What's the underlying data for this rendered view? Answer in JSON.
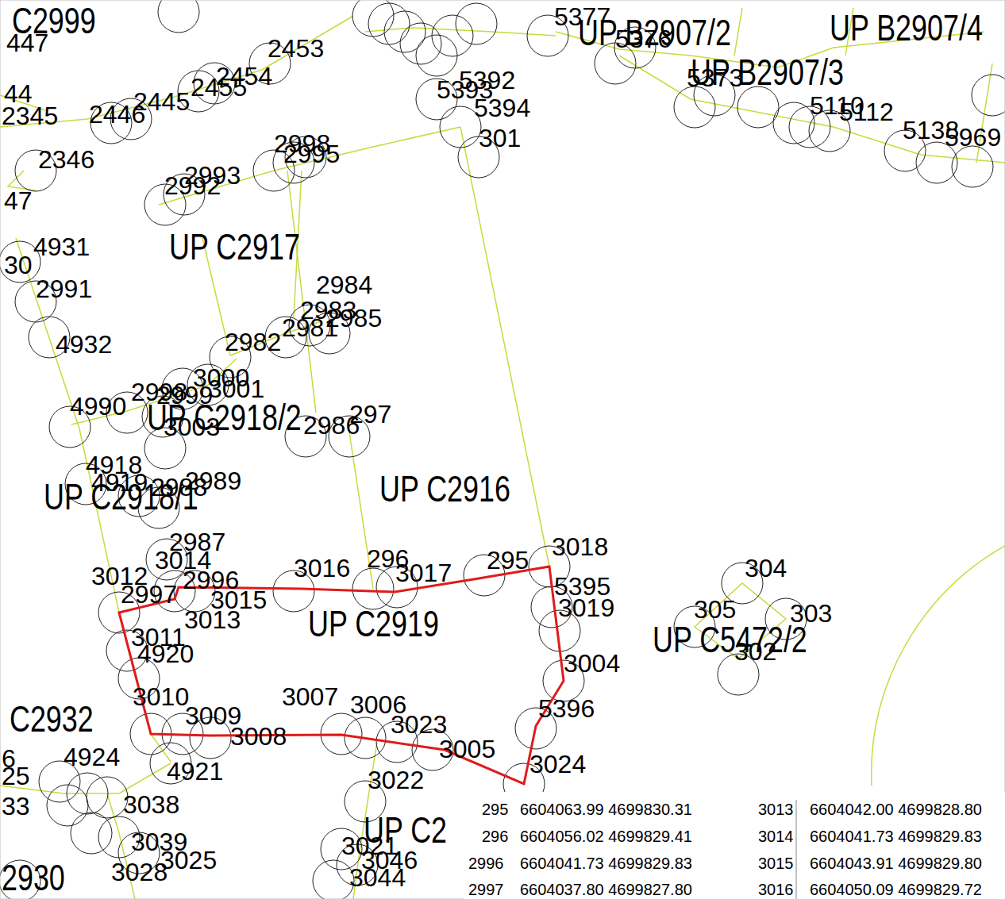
{
  "diagram": {
    "labels": [
      "C2999",
      "447",
      "2453",
      "2454",
      "2455",
      "2445",
      "2446",
      "2345",
      "44",
      "2346",
      "47",
      "2993",
      "2992",
      "2998",
      "2995",
      "5392",
      "5393",
      "5394",
      "301",
      "5377",
      "5376",
      "UP B2907/2",
      "UP B2907/4",
      "UP B2907/3",
      "5373",
      "5110",
      "5112",
      "5138",
      "5969",
      "UP C2917",
      "4931",
      "30",
      "2991",
      "4932",
      "2984",
      "2983",
      "2985",
      "2982",
      "2981",
      "3000",
      "3001",
      "2998",
      "2999",
      "4990",
      "UP C2918/2",
      "2986",
      "297",
      "3003",
      "4918",
      "4919",
      "2988",
      "2989",
      "UP C2918/1",
      "UP C2916",
      "2987",
      "3014",
      "3016",
      "296",
      "3017",
      "295",
      "3018",
      "3012",
      "2996",
      "2997",
      "3015",
      "5395",
      "3019",
      "3013",
      "UP C2919",
      "3011",
      "4920",
      "3004",
      "UP C5472/2",
      "305",
      "304",
      "303",
      "302",
      "3010",
      "3007",
      "3006",
      "3009",
      "5396",
      "C2932",
      "3023",
      "3008",
      "3005",
      "6",
      "4924",
      "4921",
      "3024",
      "25",
      "3022",
      "33",
      "3038",
      "3039",
      "3025",
      "3028",
      "2930",
      "UP C2",
      "3021",
      "3046",
      "3044",
      "295",
      "6604063.99 4699830.31",
      "3013",
      "6604042.00 4699828.80",
      "296",
      "6604056.02 4699829.41",
      "3014",
      "6604041.73 4699829.83",
      "2996",
      "6604041.73 4699829.83",
      "3015",
      "6604043.91 4699829.80",
      "2997",
      "6604037.80 4699827.80",
      "3016",
      "6604050.09 4699829.72"
    ]
  }
}
